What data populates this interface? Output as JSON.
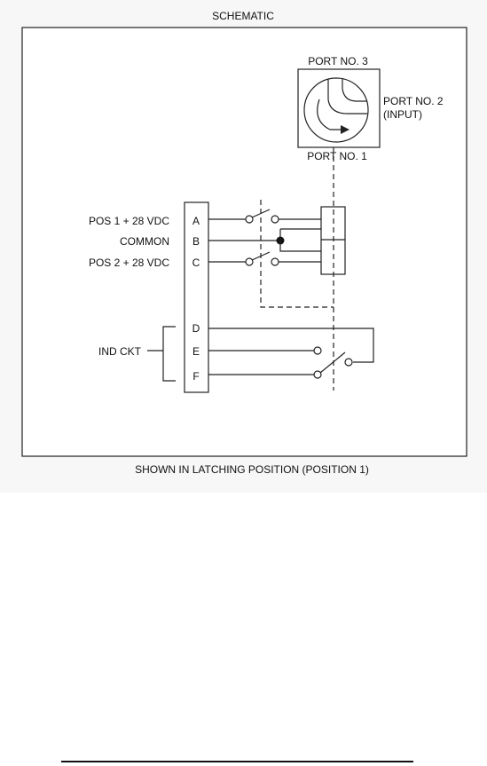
{
  "diagram": {
    "title": "SCHEMATIC",
    "caption": "SHOWN IN LATCHING POSITION (POSITION 1)",
    "valve": {
      "port3": "PORT NO. 3",
      "port2_line1": "PORT NO. 2",
      "port2_line2": "(INPUT)",
      "port1": "PORT NO. 1"
    },
    "inputs": {
      "pos1": "POS  1 + 28 VDC",
      "common": "COMMON",
      "pos2": "POS  2 + 28 VDC",
      "ind_ckt": "IND CKT"
    },
    "pins": [
      "A",
      "B",
      "C",
      "D",
      "E",
      "F"
    ]
  }
}
